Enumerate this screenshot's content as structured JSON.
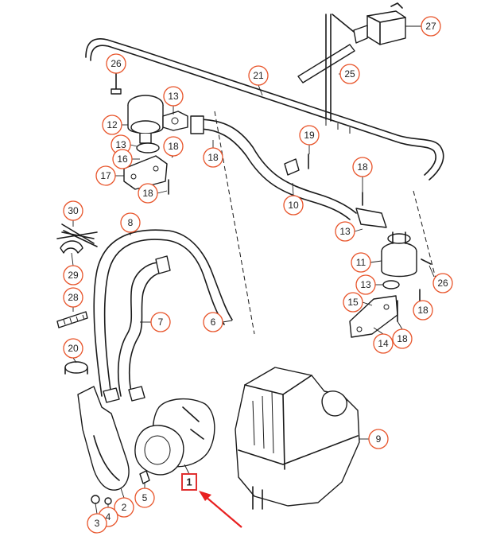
{
  "diagram": {
    "callout_color": "#e8542a",
    "highlight_color": "#e82020",
    "highlighted_part": "1",
    "parts": [
      {
        "id": "p27",
        "label": "27"
      },
      {
        "id": "p26a",
        "label": "26"
      },
      {
        "id": "p21",
        "label": "21"
      },
      {
        "id": "p25",
        "label": "25"
      },
      {
        "id": "p13a",
        "label": "13"
      },
      {
        "id": "p12",
        "label": "12"
      },
      {
        "id": "p13b",
        "label": "13"
      },
      {
        "id": "p18a",
        "label": "18"
      },
      {
        "id": "p16",
        "label": "16"
      },
      {
        "id": "p18b",
        "label": "18"
      },
      {
        "id": "p17",
        "label": "17"
      },
      {
        "id": "p18c",
        "label": "18"
      },
      {
        "id": "p19",
        "label": "19"
      },
      {
        "id": "p18d",
        "label": "18"
      },
      {
        "id": "p10",
        "label": "10"
      },
      {
        "id": "p13c",
        "label": "13"
      },
      {
        "id": "p30",
        "label": "30"
      },
      {
        "id": "p8",
        "label": "8"
      },
      {
        "id": "p11",
        "label": "11"
      },
      {
        "id": "p29",
        "label": "29"
      },
      {
        "id": "p13d",
        "label": "13"
      },
      {
        "id": "p26b",
        "label": "26"
      },
      {
        "id": "p28",
        "label": "28"
      },
      {
        "id": "p15",
        "label": "15"
      },
      {
        "id": "p18e",
        "label": "18"
      },
      {
        "id": "p7",
        "label": "7"
      },
      {
        "id": "p6",
        "label": "6"
      },
      {
        "id": "p14",
        "label": "14"
      },
      {
        "id": "p18f",
        "label": "18"
      },
      {
        "id": "p20",
        "label": "20"
      },
      {
        "id": "p9",
        "label": "9"
      },
      {
        "id": "p5",
        "label": "5"
      },
      {
        "id": "p2",
        "label": "2"
      },
      {
        "id": "p4",
        "label": "4"
      },
      {
        "id": "p3",
        "label": "3"
      }
    ]
  }
}
